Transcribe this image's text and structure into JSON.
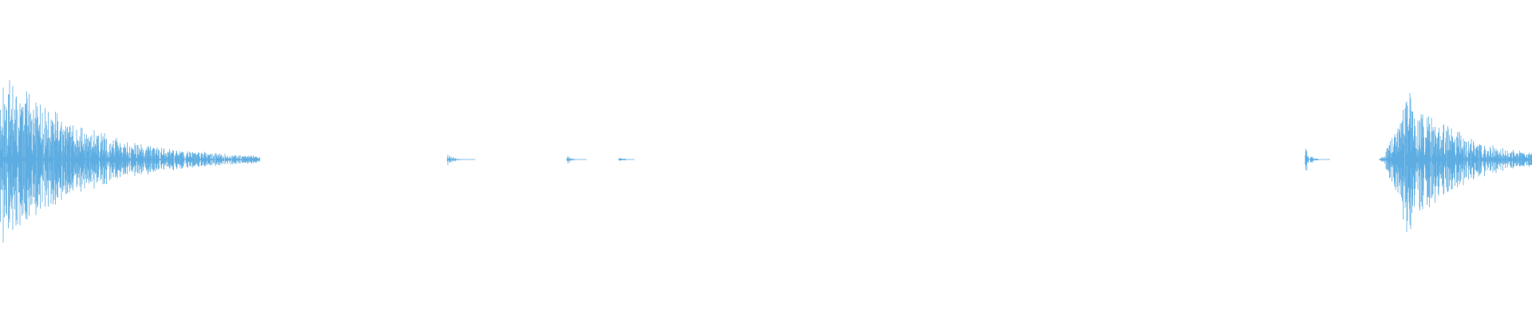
{
  "waveform": {
    "color": "#5dade2",
    "background": "#ffffff",
    "duration_fraction_scale": "normalized-0-1",
    "events": [
      {
        "start": 0.0,
        "end": 0.17,
        "peak": 0.6,
        "decay": 3.2,
        "seed": 11
      },
      {
        "start": 0.292,
        "end": 0.31,
        "peak": 0.06,
        "decay": 6.0,
        "seed": 23
      },
      {
        "start": 0.37,
        "end": 0.383,
        "peak": 0.05,
        "decay": 6.0,
        "seed": 37
      },
      {
        "start": 0.404,
        "end": 0.414,
        "peak": 0.01,
        "decay": 2.0,
        "seed": 41
      },
      {
        "start": 0.852,
        "end": 0.868,
        "peak": 0.14,
        "decay": 6.5,
        "seed": 53
      },
      {
        "start": 0.9,
        "end": 1.0,
        "peak": 0.5,
        "decay": 2.4,
        "seed": 67,
        "rise": 0.018
      }
    ]
  }
}
